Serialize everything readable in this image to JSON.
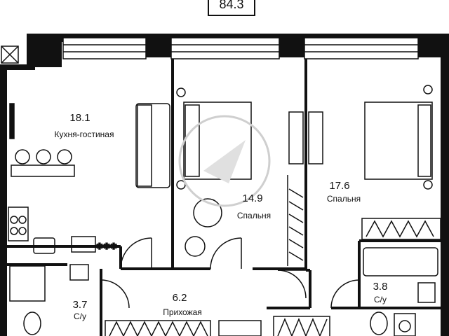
{
  "total_area": "84.3",
  "rooms": [
    {
      "id": "kitchen",
      "area": "18.1",
      "name": "Кухня-гостиная"
    },
    {
      "id": "bedroom1",
      "area": "14.9",
      "name": "Спальня"
    },
    {
      "id": "bedroom2",
      "area": "17.6",
      "name": "Спальня"
    },
    {
      "id": "bath1",
      "area": "3.7",
      "name": "С/у"
    },
    {
      "id": "hall",
      "area": "6.2",
      "name": "Прихожая"
    },
    {
      "id": "bath2",
      "area": "3.8",
      "name": "С/у"
    }
  ],
  "colors": {
    "wall": "#111111",
    "line": "#222222",
    "watermark": "#cfcfcf"
  }
}
